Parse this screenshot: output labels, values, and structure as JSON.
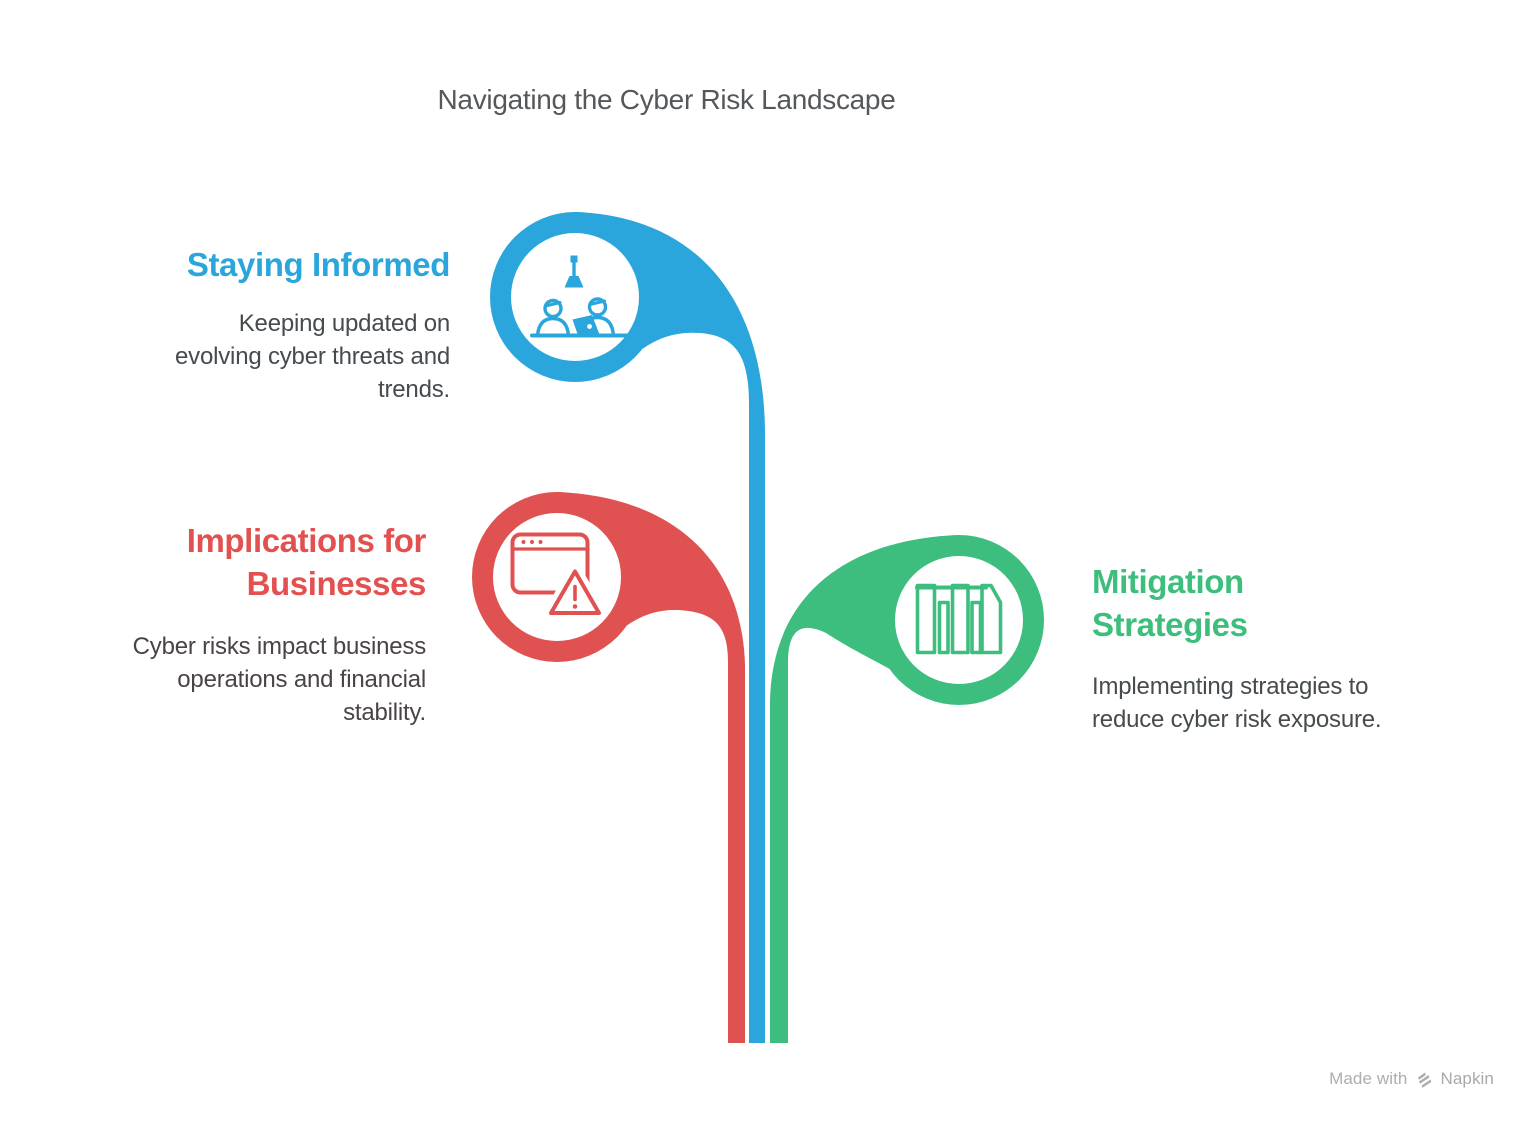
{
  "title": "Navigating the Cyber Risk Landscape",
  "colors": {
    "blue": "#2AA6DC",
    "red": "#E05252",
    "green": "#3DBE7E",
    "title_text": "#55585B",
    "body_text": "#454B4E",
    "watermark_text": "#AEAEB0"
  },
  "sections": [
    {
      "id": "staying-informed",
      "color": "#2AA6DC",
      "heading_lines": [
        "Staying Informed"
      ],
      "description_lines": [
        "Keeping updated on",
        "evolving cyber threats and",
        "trends."
      ],
      "icon": "people-at-desk-icon"
    },
    {
      "id": "implications-for-businesses",
      "color": "#E05252",
      "heading_lines": [
        "Implications for",
        "Businesses"
      ],
      "description_lines": [
        "Cyber risks impact business",
        "operations and financial",
        "stability."
      ],
      "icon": "browser-warning-icon"
    },
    {
      "id": "mitigation-strategies",
      "color": "#3DBE7E",
      "heading_lines": [
        "Mitigation",
        "Strategies"
      ],
      "description_lines": [
        "Implementing strategies to",
        "reduce cyber risk exposure."
      ],
      "icon": "archive-files-icon"
    }
  ],
  "watermark": {
    "prefix": "Made with",
    "brand": "Napkin",
    "logo": "napkin-logo-icon"
  }
}
